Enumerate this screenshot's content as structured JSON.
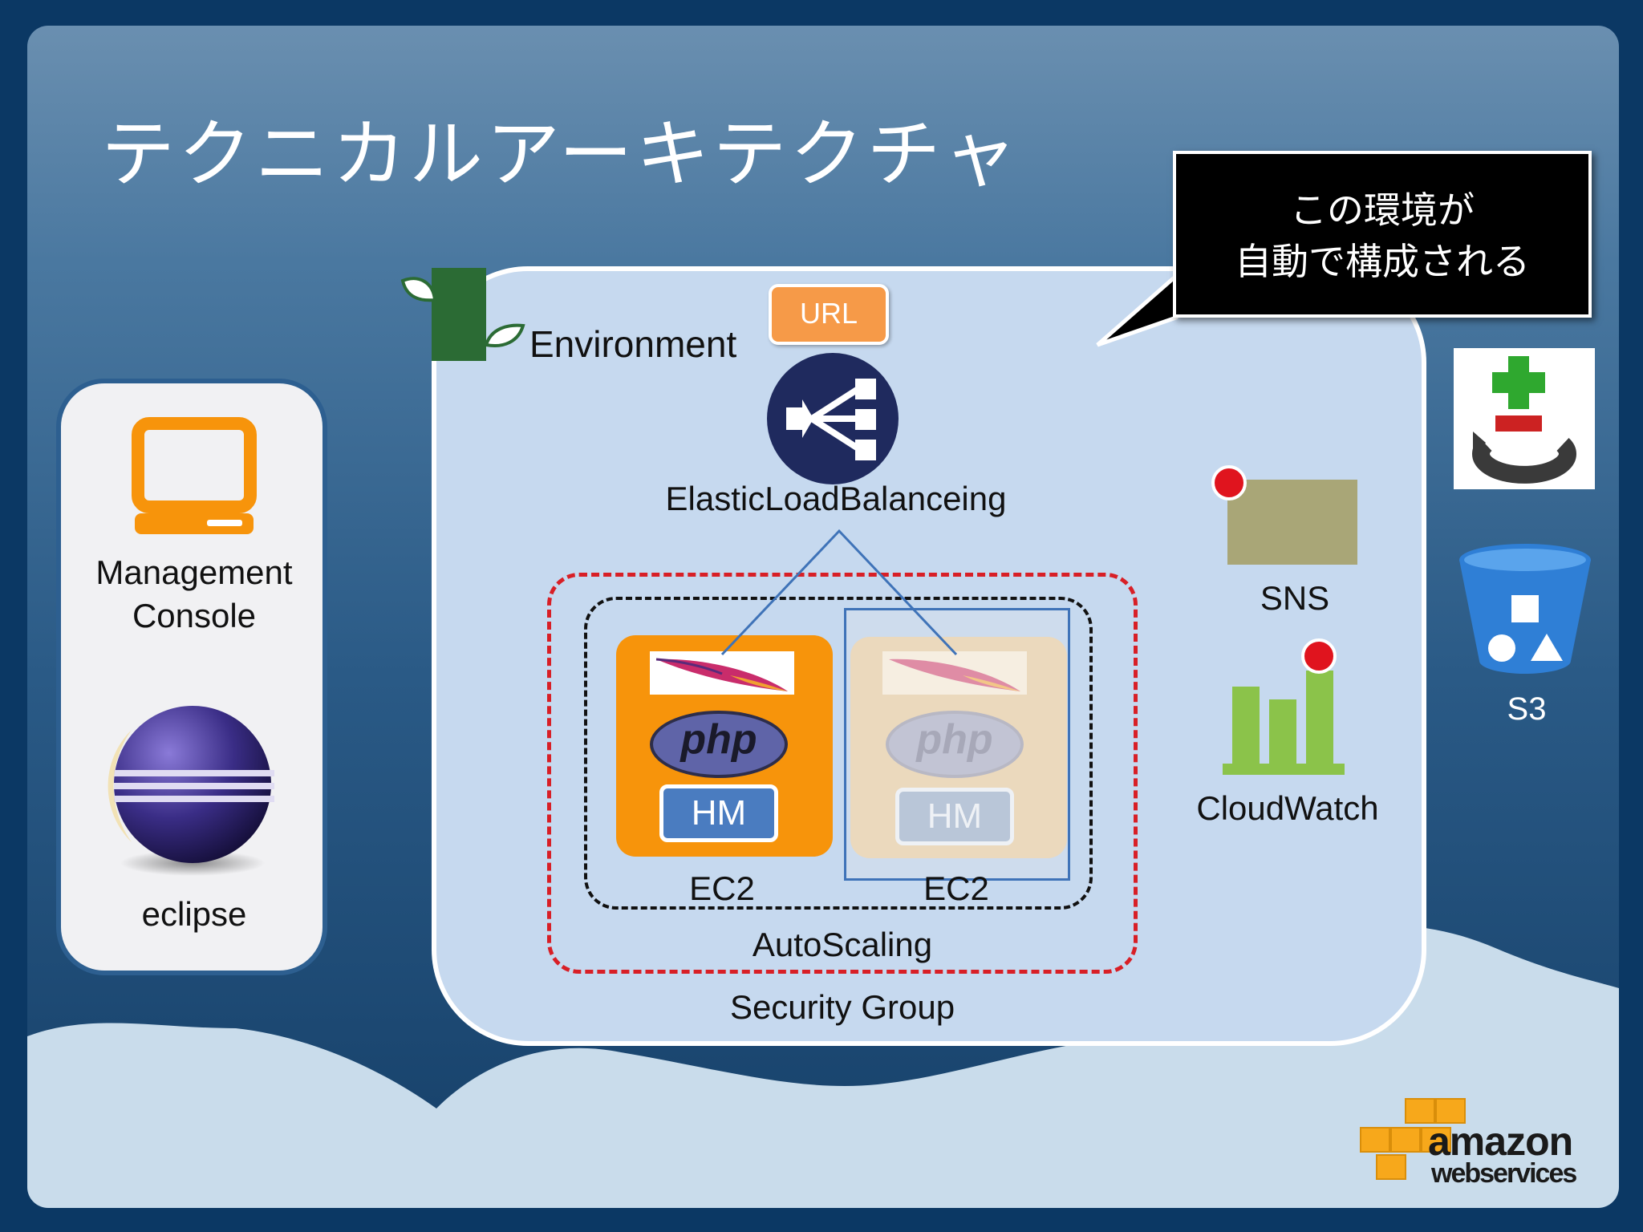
{
  "slide": {
    "title": "テクニカルアーキテクチャ",
    "callout": {
      "line1": "この環境が",
      "line2": "自動で構成される"
    }
  },
  "left_panel": {
    "management_console": {
      "line1": "Management",
      "line2": "Console",
      "icon": "monitor-icon"
    },
    "eclipse": {
      "label": "eclipse",
      "icon": "eclipse-logo-icon"
    }
  },
  "environment": {
    "label": "Environment",
    "url_label": "URL",
    "elb_label": "ElasticLoadBalanceing",
    "ec2_label_1": "EC2",
    "ec2_label_2": "EC2",
    "hm_label_1": "HM",
    "hm_label_2": "HM",
    "php_label_1": "php",
    "php_label_2": "php",
    "autoscaling_label": "AutoScaling",
    "security_group_label": "Security Group",
    "sns_label": "SNS",
    "cloudwatch_label": "CloudWatch"
  },
  "right_icons": {
    "s3_label": "S3"
  },
  "branding": {
    "amazon": "amazon",
    "webservices": "webservices"
  },
  "colors": {
    "background": "#0b3864",
    "panel": "#c6d9ef",
    "orange": "#f7940b",
    "security_group_border": "#d81f26",
    "elb_circle": "#1f2a5e",
    "hm_blue": "#4a7cc0",
    "s3_blue": "#2f7fd6",
    "cloudwatch_green": "#8bc34a",
    "sns_tan": "#a9a677"
  }
}
